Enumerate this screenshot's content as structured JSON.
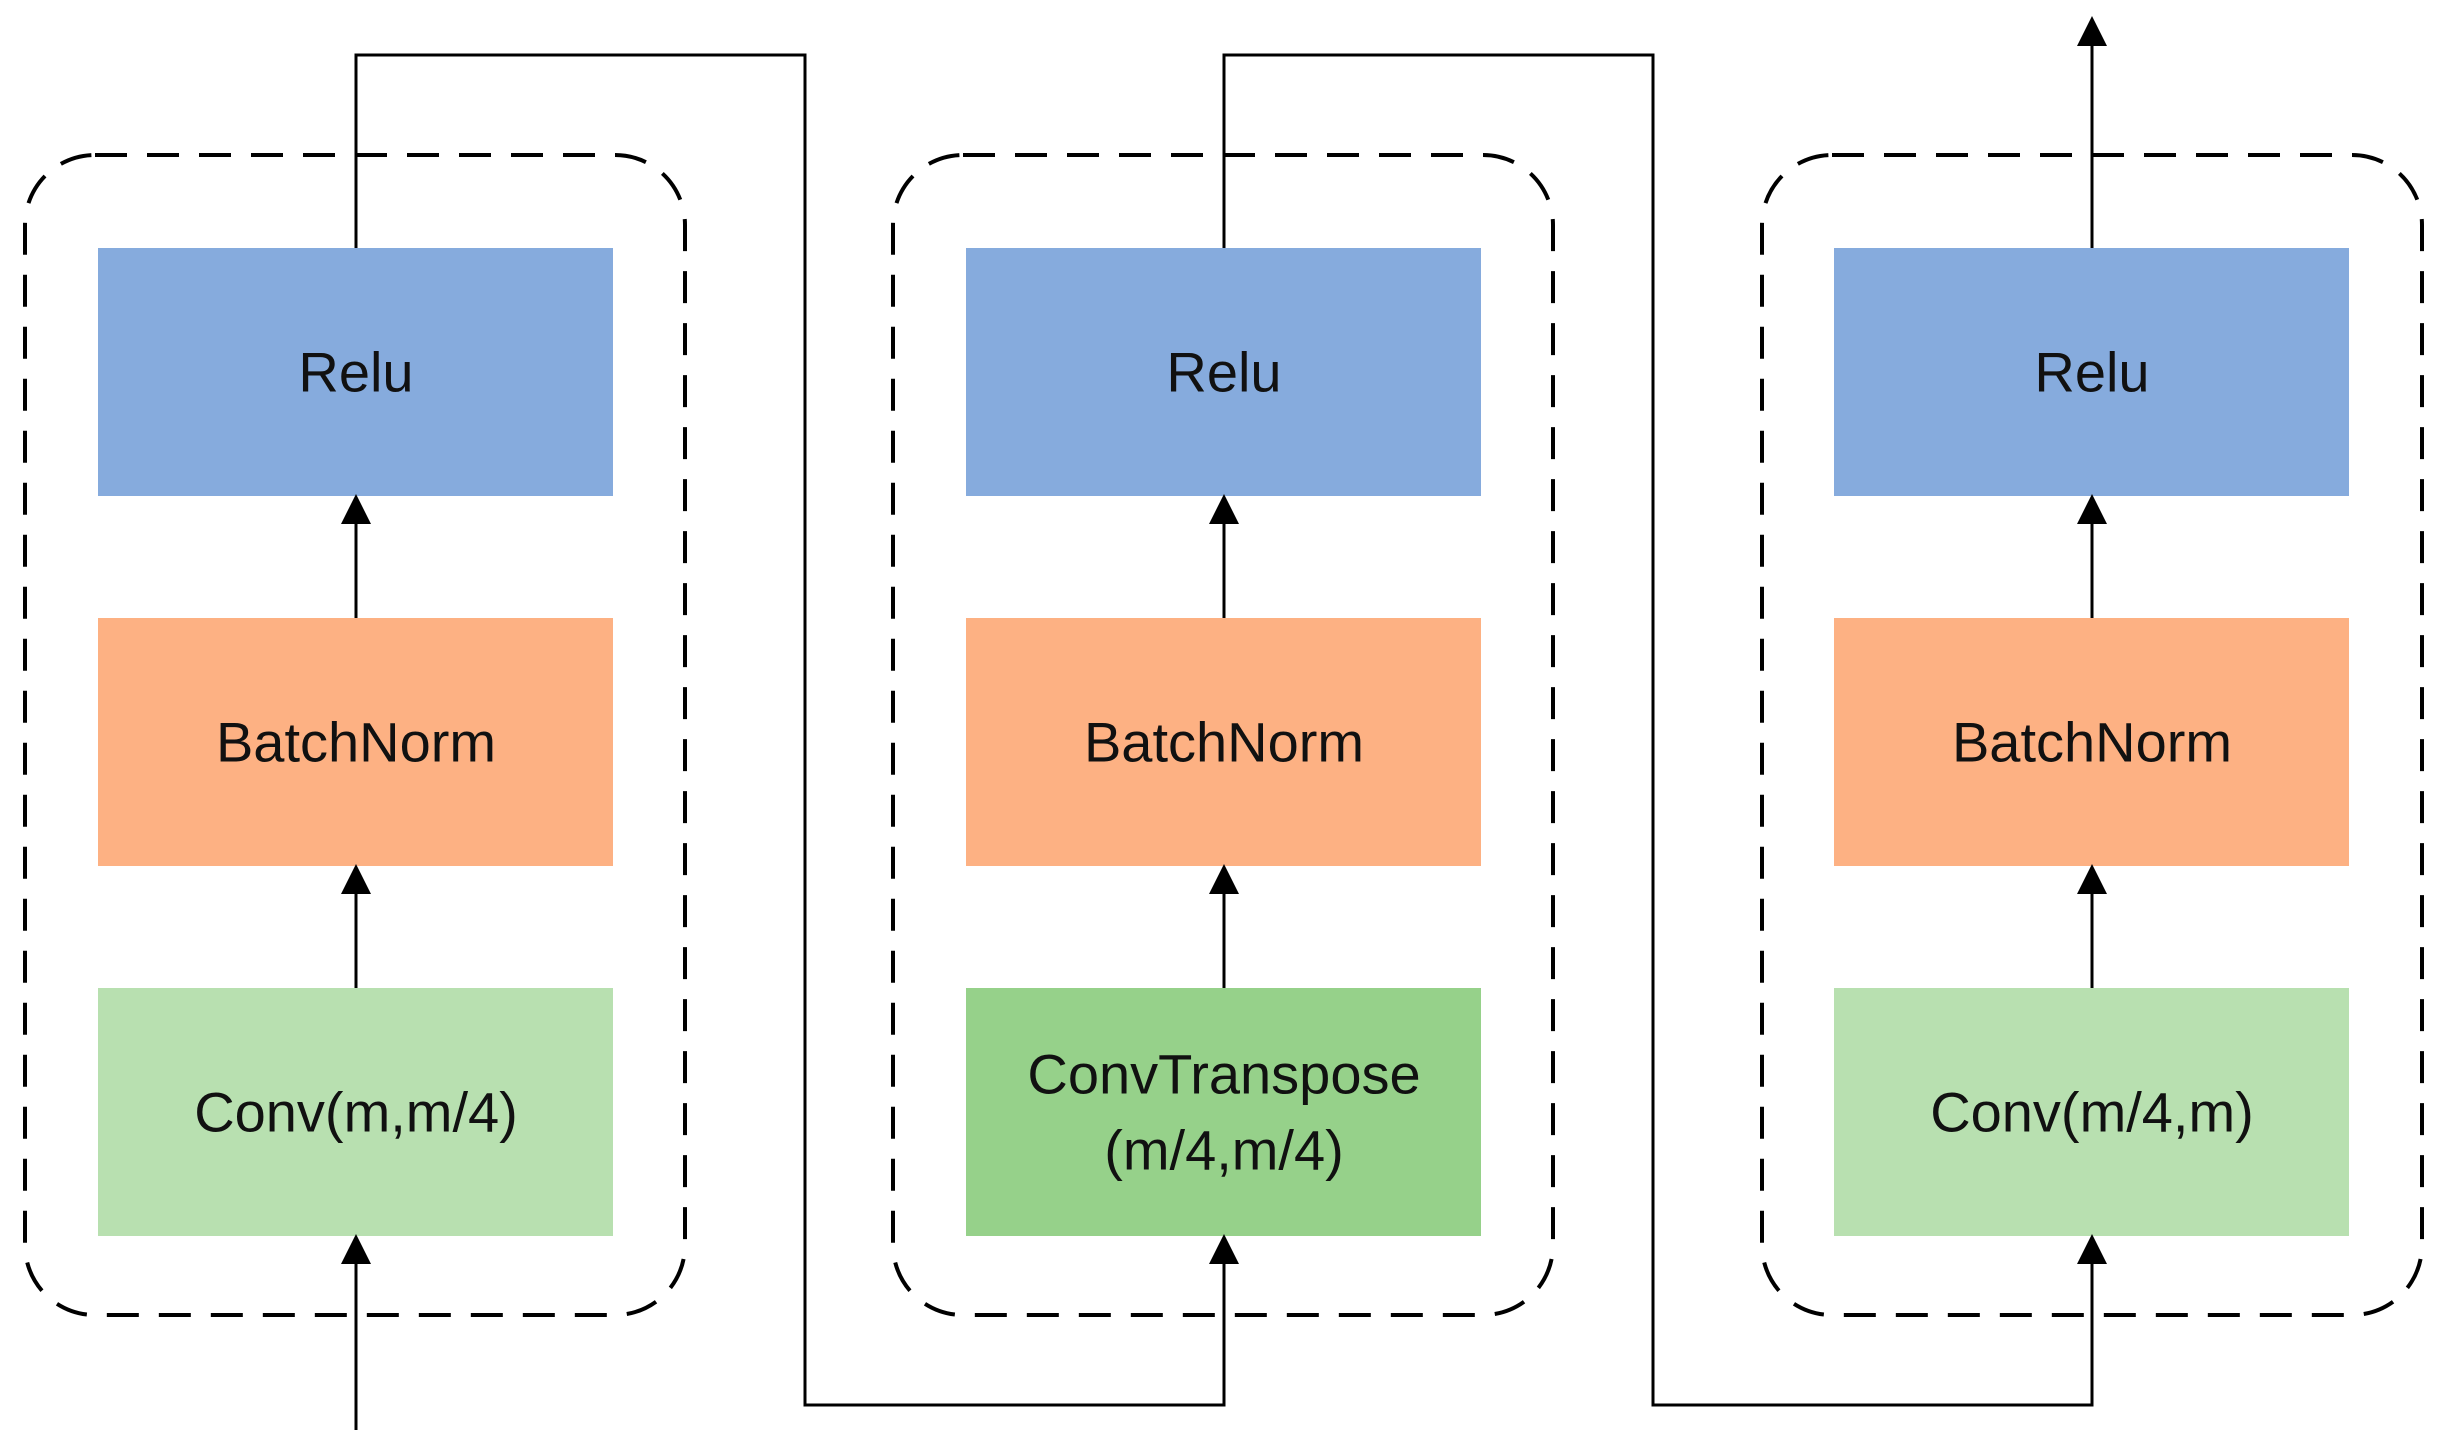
{
  "colors": {
    "relu": "#86abdd",
    "batchnorm": "#fdb183",
    "conv_light": "#b8e0b0",
    "conv_transpose": "#96d18a",
    "line": "#000000",
    "dashed_border": "#000000",
    "background": "#ffffff"
  },
  "blocks": [
    {
      "relu": {
        "label": "Relu"
      },
      "batchnorm": {
        "label": "BatchNorm"
      },
      "conv": {
        "lines": [
          "Conv(m,m/4)"
        ]
      }
    },
    {
      "relu": {
        "label": "Relu"
      },
      "batchnorm": {
        "label": "BatchNorm"
      },
      "conv": {
        "lines": [
          "ConvTranspose",
          "(m/4,m/4)"
        ]
      }
    },
    {
      "relu": {
        "label": "Relu"
      },
      "batchnorm": {
        "label": "BatchNorm"
      },
      "conv": {
        "lines": [
          "Conv(m/4,m)"
        ]
      }
    }
  ]
}
